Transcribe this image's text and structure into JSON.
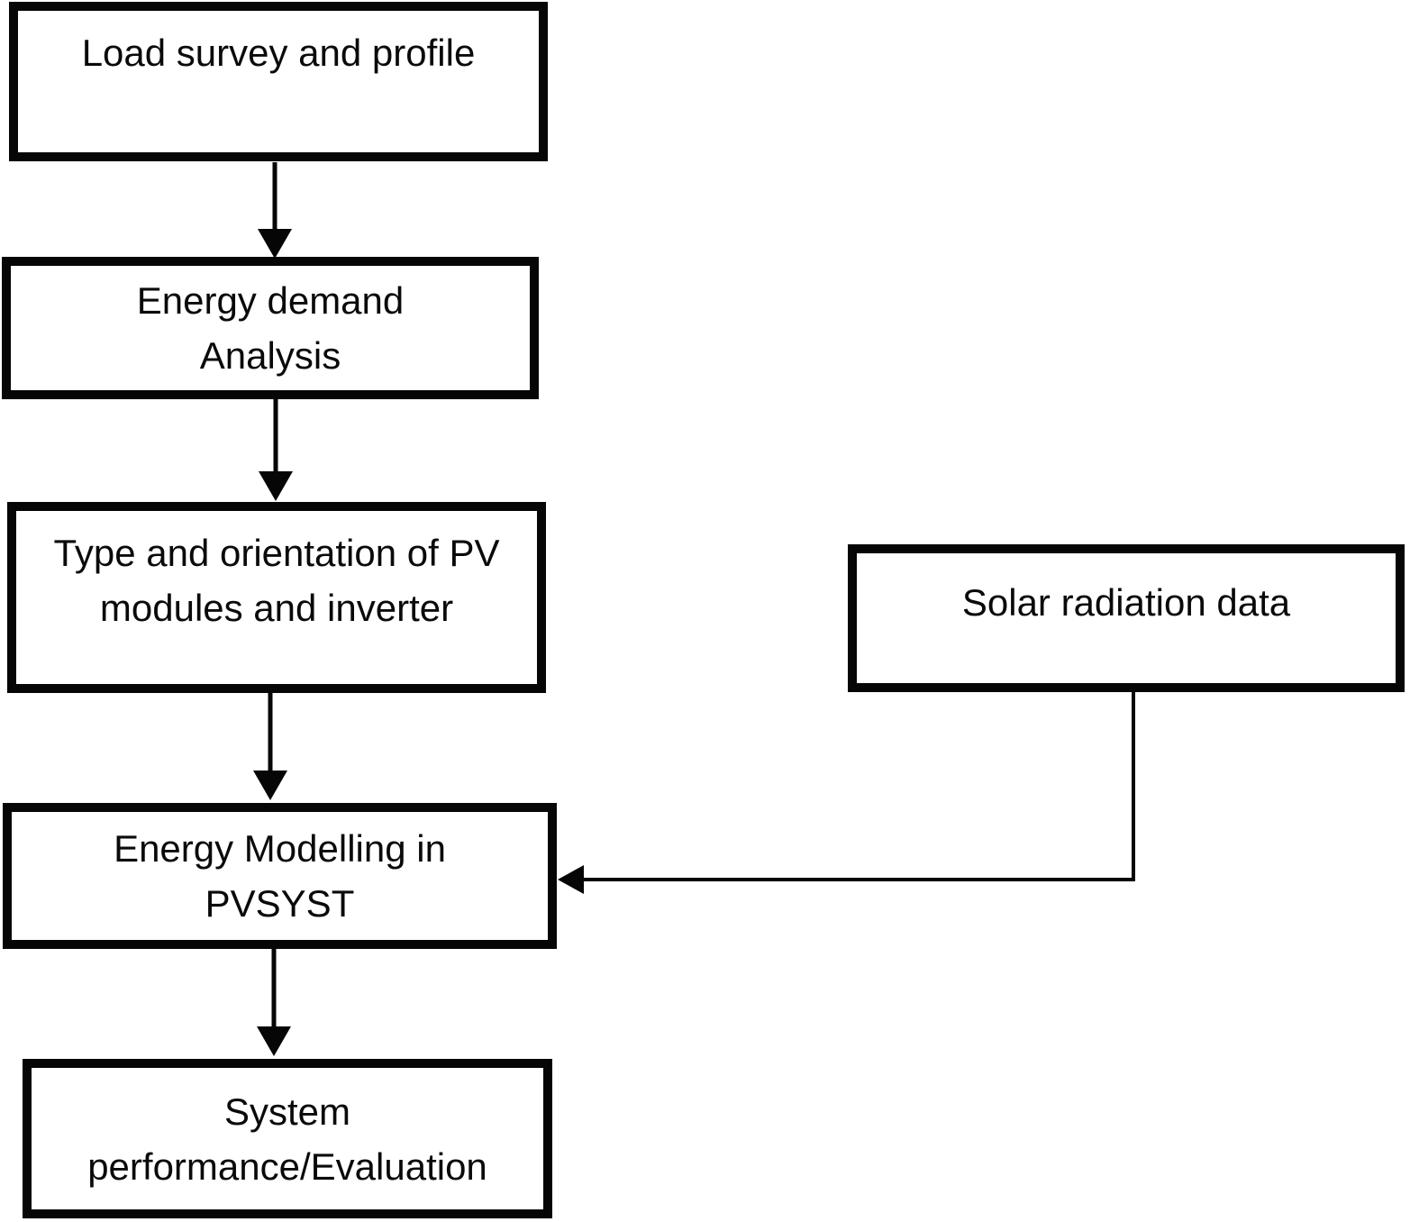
{
  "colors": {
    "line": "#060606",
    "text": "#0a0a0a",
    "background": "#ffffff"
  },
  "diagram": {
    "nodes": [
      {
        "id": "load-survey",
        "label": "Load survey and profile"
      },
      {
        "id": "energy-demand",
        "label": "Energy demand\nAnalysis"
      },
      {
        "id": "pv-type",
        "label": "Type and orientation of PV\nmodules and inverter"
      },
      {
        "id": "energy-modelling",
        "label": "Energy Modelling in\nPVSYST"
      },
      {
        "id": "system-performance",
        "label": "System\nperformance/Evaluation"
      },
      {
        "id": "solar-radiation",
        "label": "Solar radiation data"
      }
    ],
    "edges": [
      {
        "from": "load-survey",
        "to": "energy-demand",
        "style": "arrow-down"
      },
      {
        "from": "energy-demand",
        "to": "pv-type",
        "style": "arrow-down"
      },
      {
        "from": "pv-type",
        "to": "energy-modelling",
        "style": "arrow-down"
      },
      {
        "from": "energy-modelling",
        "to": "system-performance",
        "style": "arrow-down"
      },
      {
        "from": "solar-radiation",
        "to": "energy-modelling",
        "style": "elbow-left-arrow"
      }
    ]
  }
}
